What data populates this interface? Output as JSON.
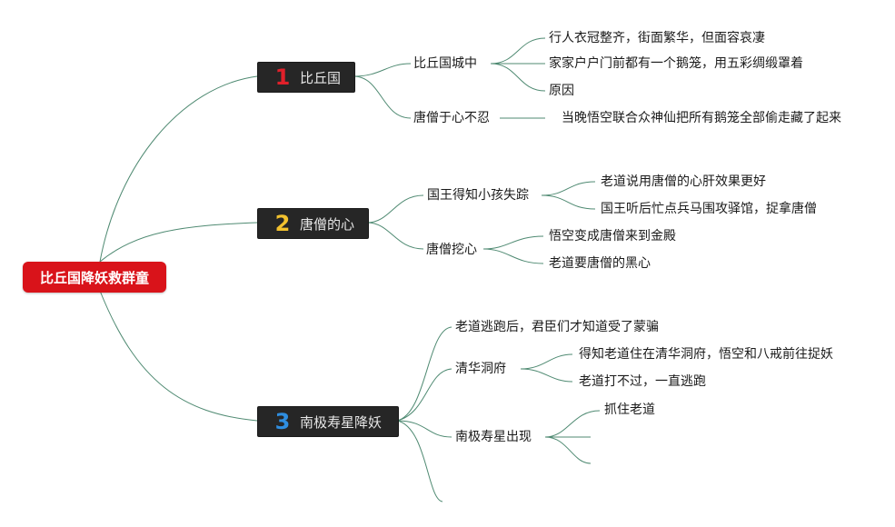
{
  "root": "比丘国降妖救群童",
  "branches": [
    {
      "num": "1",
      "num_color": "#e0202a",
      "title": "比丘国"
    },
    {
      "num": "2",
      "num_color": "#f2c12e",
      "title": "唐僧的心"
    },
    {
      "num": "3",
      "num_color": "#2f8ee0",
      "title": "南极寿星降妖"
    }
  ],
  "b1": {
    "sub1": "比丘国城中",
    "sub1_items": [
      "行人衣冠整齐，街面繁华，但面容哀凄",
      "家家户户门前都有一个鹅笼，用五彩绸缎罩着",
      "原因"
    ],
    "sub2": "唐僧于心不忍",
    "sub2_items": [
      "当晚悟空联合众神仙把所有鹅笼全部偷走藏了起来"
    ]
  },
  "b2": {
    "sub1": "国王得知小孩失踪",
    "sub1_items": [
      "老道说用唐僧的心肝效果更好",
      "国王听后忙点兵马围攻驿馆，捉拿唐僧"
    ],
    "sub2": "唐僧挖心",
    "sub2_items": [
      "悟空变成唐僧来到金殿",
      "老道要唐僧的黑心"
    ]
  },
  "b3": {
    "sub1": "老道逃跑后，君臣们才知道受了蒙骗",
    "sub2": "清华洞府",
    "sub2_items": [
      "得知老道住在清华洞府，悟空和八戒前往捉妖",
      "老道打不过，一直逃跑"
    ],
    "sub3": "南极寿星出现",
    "sub3_items": [
      "抓住老道"
    ]
  },
  "colors": {
    "root": "#d9131a",
    "branch_bg": "#262626",
    "connector": "#4f8a72"
  }
}
